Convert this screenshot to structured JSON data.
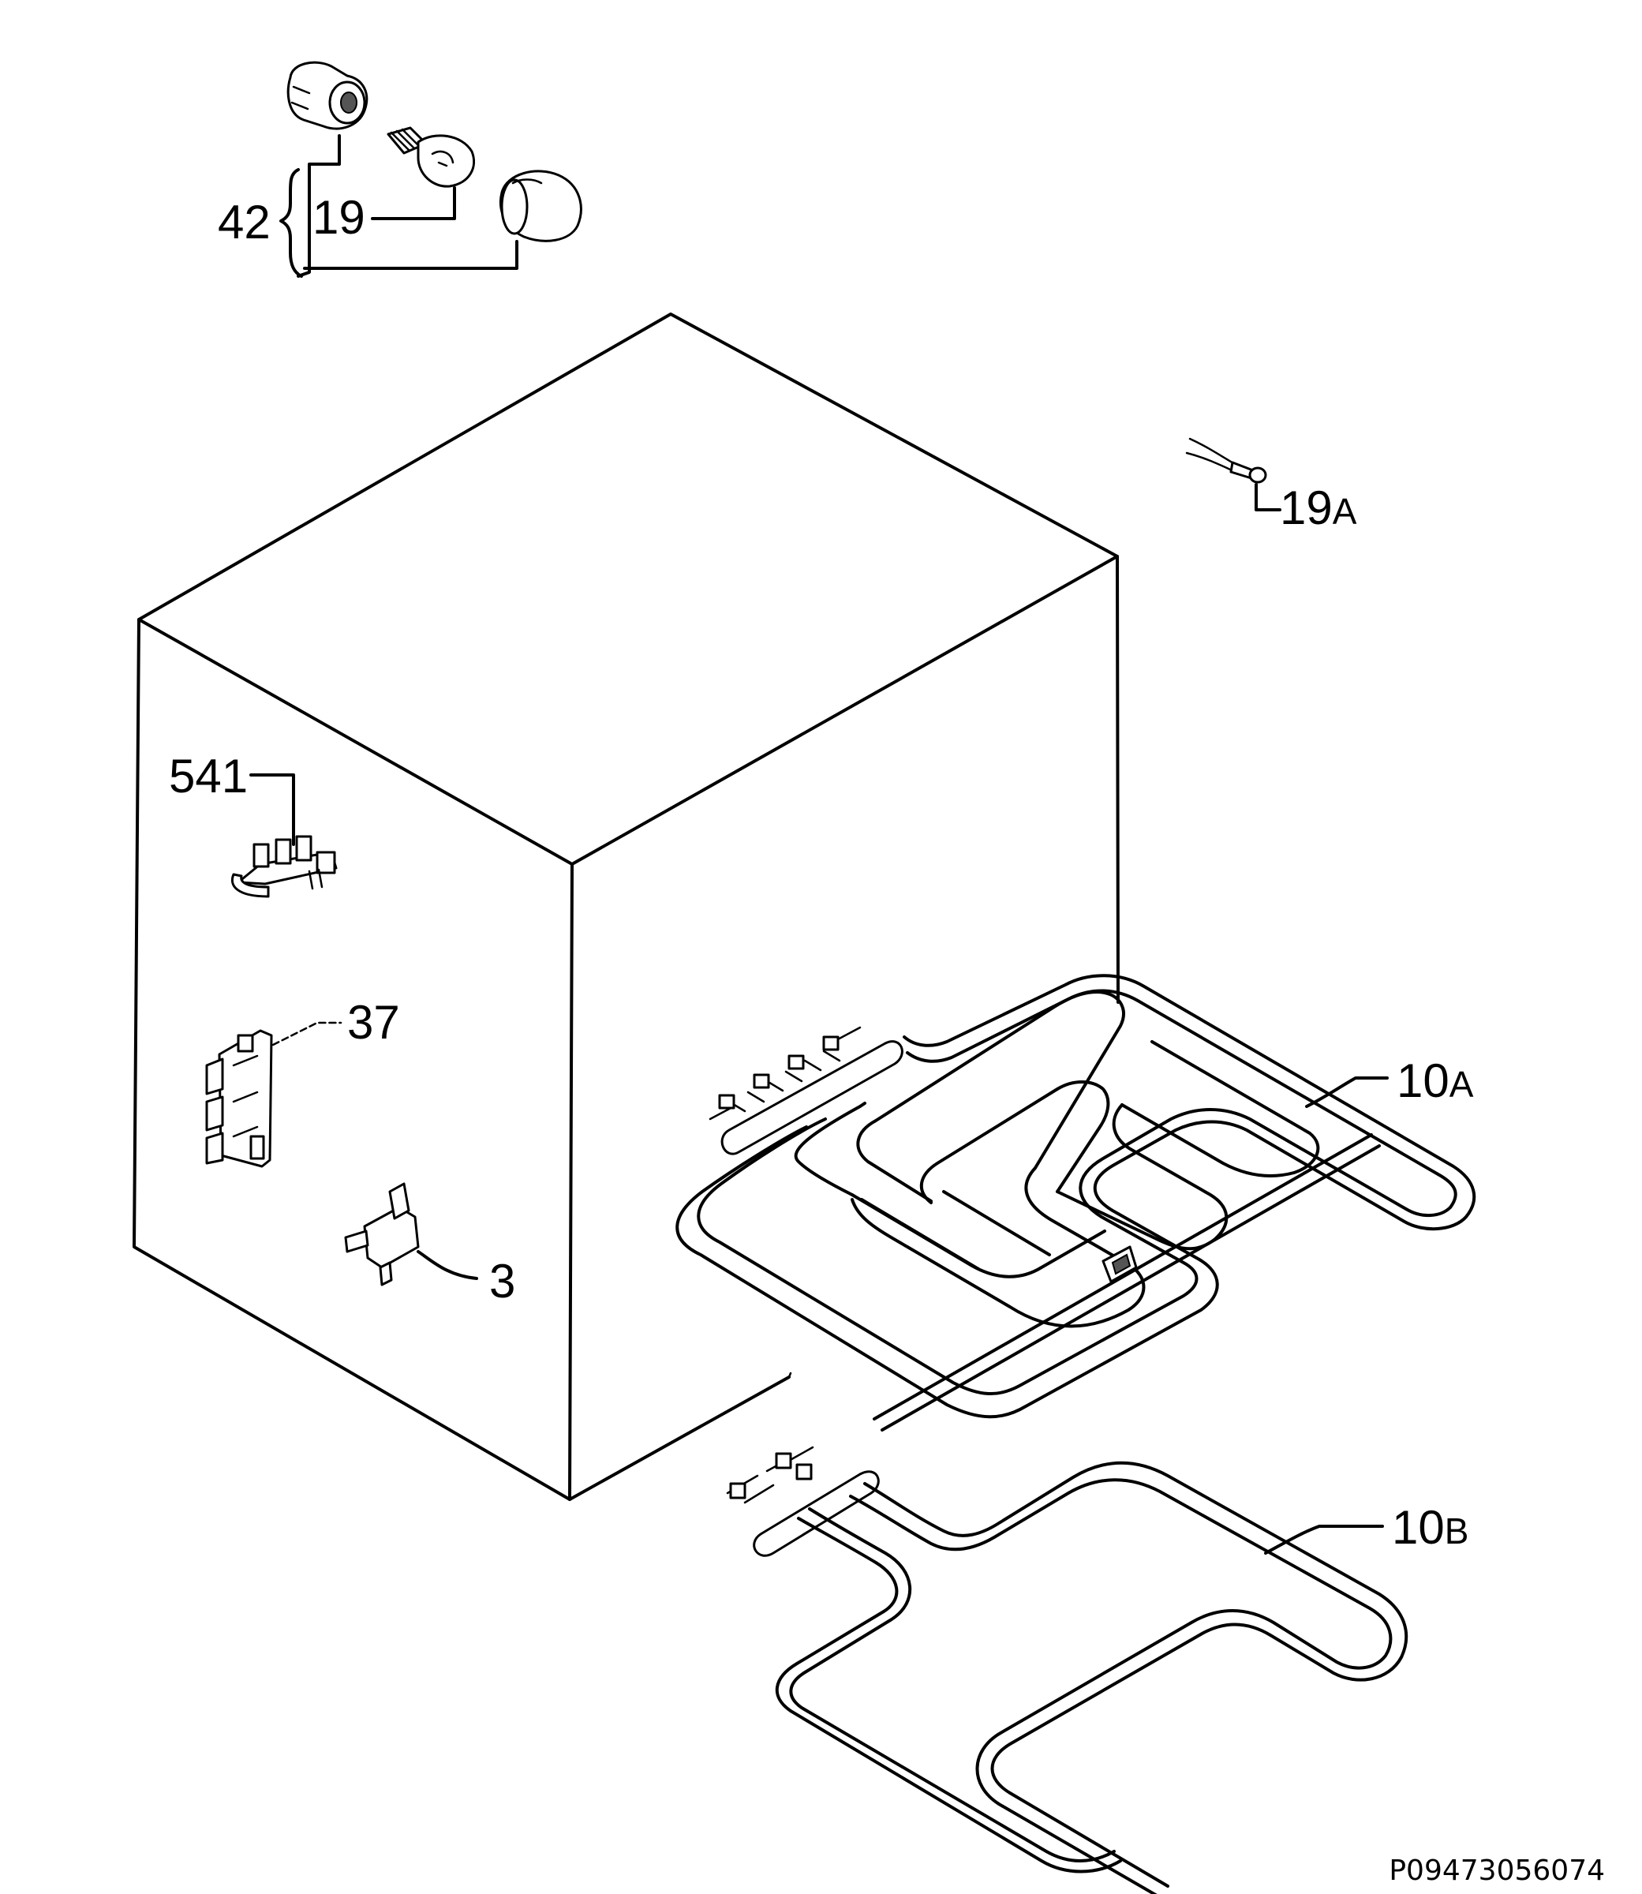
{
  "callouts": {
    "c42": "42",
    "c19": "19",
    "c19a_num": "19",
    "c19a_suffix": "A",
    "c541": "541",
    "c37": "37",
    "c3": "3",
    "c10a_num": "10",
    "c10a_suffix": "A",
    "c10b_num": "10",
    "c10b_suffix": "B"
  },
  "drawing_code": "P09473056074"
}
